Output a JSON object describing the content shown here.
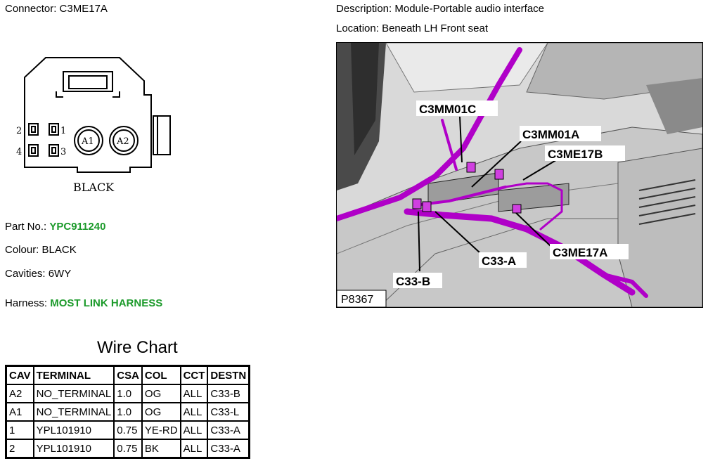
{
  "connector": {
    "label": "Connector:",
    "value": "C3ME17A",
    "diagram_pins": [
      "2",
      "1",
      "4",
      "3"
    ],
    "diagram_round_pins": [
      "A1",
      "A2"
    ],
    "diagram_color_label": "BLACK"
  },
  "description": {
    "label": "Description:",
    "value": "Module-Portable audio interface"
  },
  "location": {
    "label": "Location:",
    "value": "Beneath LH Front seat"
  },
  "part": {
    "label": "Part No.:",
    "value": "YPC911240"
  },
  "colour": {
    "label": "Colour:",
    "value": "BLACK"
  },
  "cavities": {
    "label": "Cavities:",
    "value": "6WY"
  },
  "harness": {
    "label": "Harness:",
    "value": "MOST LINK HARNESS"
  },
  "photo": {
    "callouts": [
      "C3MM01C",
      "C3MM01A",
      "C3ME17B",
      "C3ME17A",
      "C33-A",
      "C33-B"
    ],
    "id_label": "P8367"
  },
  "wire_chart": {
    "title": "Wire Chart",
    "headers": [
      "CAV",
      "TERMINAL",
      "CSA",
      "COL",
      "CCT",
      "DESTN"
    ],
    "rows": [
      [
        "A2",
        "NO_TERMINAL",
        "1.0",
        "OG",
        "ALL",
        "C33-B"
      ],
      [
        "A1",
        "NO_TERMINAL",
        "1.0",
        "OG",
        "ALL",
        "C33-L"
      ],
      [
        "1",
        "YPL101910",
        "0.75",
        "YE-RD",
        "ALL",
        "C33-A"
      ],
      [
        "2",
        "YPL101910",
        "0.75",
        "BK",
        "ALL",
        "C33-A"
      ]
    ]
  },
  "colors": {
    "link_green": "#1b9a2a",
    "harness_magenta": "#b000c8"
  }
}
